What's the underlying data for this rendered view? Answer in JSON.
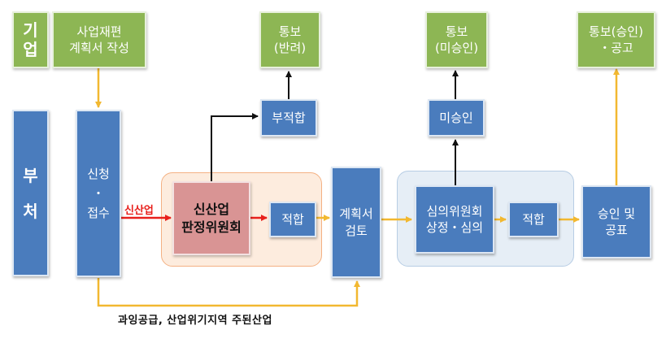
{
  "boxes": {
    "company": "기\n업",
    "plan": "사업재편\n계획서 작성",
    "notice_reject": "통보\n(반려)",
    "notice_unapproved": "통보\n(미승인)",
    "notice_approve": "통보(승인)\n・공고",
    "ministry": "부\n처",
    "apply": "신청\n・\n접수",
    "unfit": "부적합",
    "not_approved": "미승인",
    "committee": "신산업\n판정위원회",
    "fit1": "적합",
    "review": "계획서\n검토",
    "deliberation": "심의위원회\n상정・심의",
    "fit2": "적합",
    "approve": "승인 및\n공표"
  },
  "labels": {
    "new_industry": "신산업",
    "bottom_path": "과잉공급, 산업위기지역 주된산업"
  },
  "colors": {
    "green": "#8db654",
    "blue": "#4a7cbd",
    "pink": "#d99494",
    "orange_arrow": "#f2b830",
    "red_arrow": "#e8201c",
    "black_arrow": "#111111"
  }
}
